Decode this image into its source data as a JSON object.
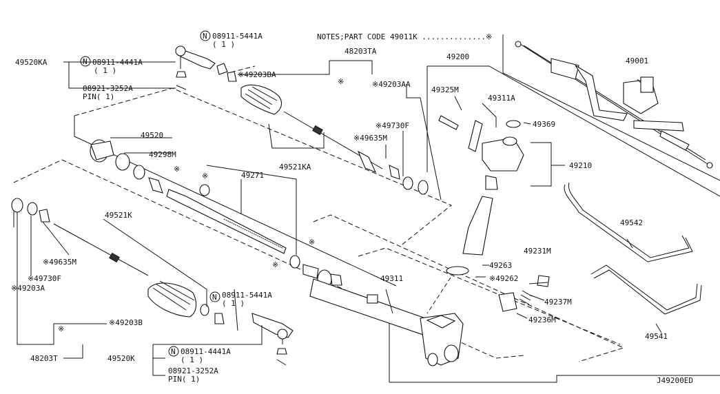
{
  "notes": "NOTES;PART CODE 49011K ..............※",
  "diagram_code": "J49200ED",
  "mark": "※",
  "labels": {
    "p49520KA": "49520KA",
    "n08911_4441A_top": "08911-4441A",
    "qty1_a": "( 1 )",
    "n08911_5441A_top": "08911-5441A",
    "qty1_b": "( 1 )",
    "p08921_3252A_top": "08921-3252A",
    "pin1_top": "PIN( 1)",
    "p49203BA": "※49203BA",
    "p48203TA": "48203TA",
    "p49203AA": "※49203AA",
    "p49200": "49200",
    "p49001": "49001",
    "p49325M": "49325M",
    "p49311A": "49311A",
    "p49369": "49369",
    "p49730F_top": "※49730F",
    "p49635M_top": "※49635M",
    "p49521KA": "49521KA",
    "p49520": "49520",
    "p49298M": "49298M",
    "p49210": "49210",
    "p49271": "49271",
    "p49542": "49542",
    "p49521K": "49521K",
    "p49635M_bot": "※49635M",
    "p49730F_bot": "※49730F",
    "p49203A": "※49203A",
    "p49263": "49263",
    "p49262": "※49262",
    "p49231M": "49231M",
    "p49311": "49311",
    "p49237M": "49237M",
    "p49236M": "49236M",
    "n08911_5441A_bot": "08911-5441A",
    "qty1_c": "( 1 )",
    "p49203B": "※49203B",
    "p48203T": "48203T",
    "p49520K": "49520K",
    "n08911_4441A_bot": "08911-4441A",
    "qty1_d": "( 1 )",
    "p08921_3252A_bot": "08921-3252A",
    "pin1_bot": "PIN( 1)",
    "p49541": "49541"
  },
  "nut_marker": "N"
}
